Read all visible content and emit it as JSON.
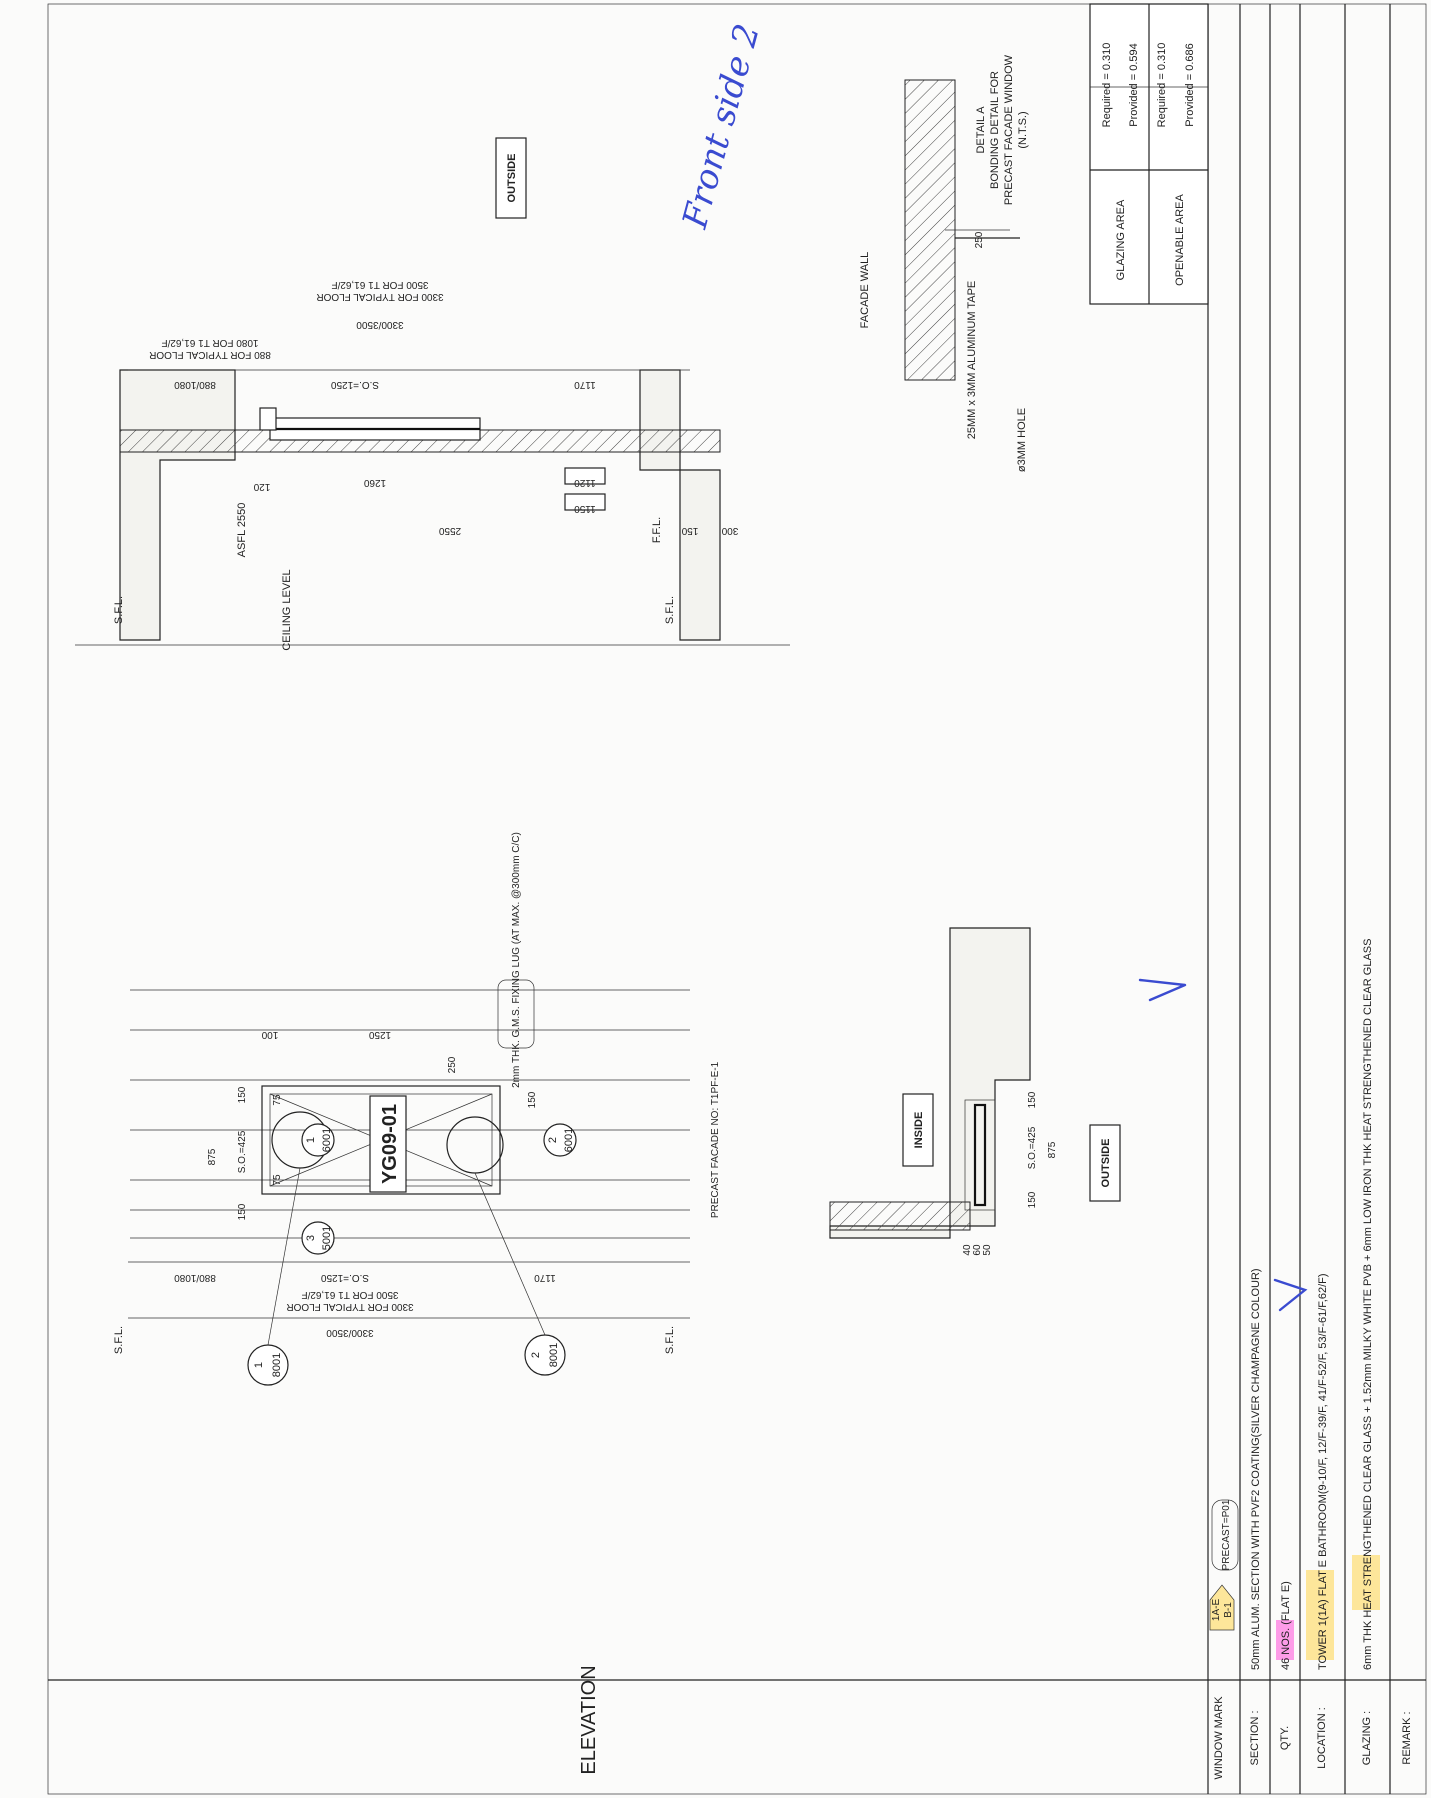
{
  "sheet": {
    "title": "ELEVATION",
    "handwritten": [
      "Front side 2",
      "1/"
    ]
  },
  "elevation": {
    "window_code": "YG09-01",
    "fixing_note": "2mm THK. G.M.S. FIXING LUG (AT MAX. @300mm C/C)",
    "facade_no": "PRECAST FACADE NO: T1PF-E-1",
    "sfl": "S.F.L.",
    "dims": {
      "w1": "150",
      "w2": "S.O.=425",
      "w3": "150",
      "w_total": "875",
      "v1": "880/1080",
      "v2": "S.O.=1250",
      "v3": "1170",
      "v_total": "3300/3500",
      "floor1": "3500 FOR T1 61,62/F",
      "floor2": "3300 FOR TYPICAL FLOOR",
      "top100": "100",
      "top1250": "1250",
      "d250": "250",
      "d75a": "75",
      "d75b": "75",
      "d150a": "150",
      "d150b": "150"
    },
    "callouts": [
      {
        "num": "1",
        "ref": "6001"
      },
      {
        "num": "2",
        "ref": "6001"
      },
      {
        "num": "3",
        "ref": "5001"
      },
      {
        "num": "1",
        "ref": "8001"
      },
      {
        "num": "2",
        "ref": "8001"
      }
    ]
  },
  "plan": {
    "inside": "INSIDE",
    "outside": "OUTSIDE",
    "dims": [
      "150",
      "S.O.=425",
      "150",
      "875",
      "40",
      "60",
      "50"
    ]
  },
  "section": {
    "outside": "OUTSIDE",
    "ceiling": "CEILING LEVEL",
    "asfl": "ASFL 2550",
    "sfl": "S.F.L.",
    "ffl": "F.F.L.",
    "dims": {
      "d2550": "2550",
      "d120": "120",
      "d1260": "1260",
      "d1120": "1120",
      "d1150": "1150",
      "d150": "150",
      "d300": "300",
      "so1250": "S.O.=1250",
      "d1170": "1170",
      "d880": "880/1080",
      "d3300": "3300/3500",
      "top1a": "1080 FOR T1 61,62/F",
      "top1b": "880 FOR TYPICAL FLOOR",
      "top2a": "3500 FOR T1 61,62/F",
      "top2b": "3300 FOR TYPICAL FLOOR"
    }
  },
  "detail": {
    "facade_wall": "FACADE WALL",
    "tape": "25MM x 3MM ALUMINUM TAPE",
    "hole": "ø3MM HOLE",
    "d250": "250",
    "title1": "DETAIL A",
    "title2": "BONDING DETAIL FOR",
    "title3": "PRECAST FACADE WINDOW",
    "title4": "(N.T.S.)"
  },
  "area_table": {
    "glazing_label": "GLAZING AREA",
    "openable_label": "OPENABLE AREA",
    "glazing_required": "Required = 0.310",
    "glazing_provided": "Provided = 0.594",
    "openable_required": "Required = 0.310",
    "openable_provided": "Provided = 0.686"
  },
  "info_table": {
    "window_mark_label": "WINDOW MARK",
    "window_mark_tag_top": "1A-E",
    "window_mark_tag_bottom": "B-1",
    "precast_tag": "PRECAST=P01",
    "section_label": "SECTION :",
    "section_value": "50mm ALUM. SECTION WITH PVF2 COATING(SILVER CHAMPAGNE COLOUR)",
    "qty_label": "QTY.",
    "qty_value": "46 NOS. (FLAT E)",
    "location_label": "LOCATION :",
    "location_value": "TOWER 1(1A) FLAT E BATHROOM(9-10/F, 12/F-39/F, 41/F-52/F, 53/F-61/F,62/F)",
    "glazing_label": "GLAZING :",
    "glazing_value": "6mm THK HEAT STRENGTHENED CLEAR GLASS + 1.52mm MILKY WHITE PVB + 6mm LOW IRON THK HEAT STRENGTHENED CLEAR GLASS",
    "remark_label": "REMARK :"
  }
}
